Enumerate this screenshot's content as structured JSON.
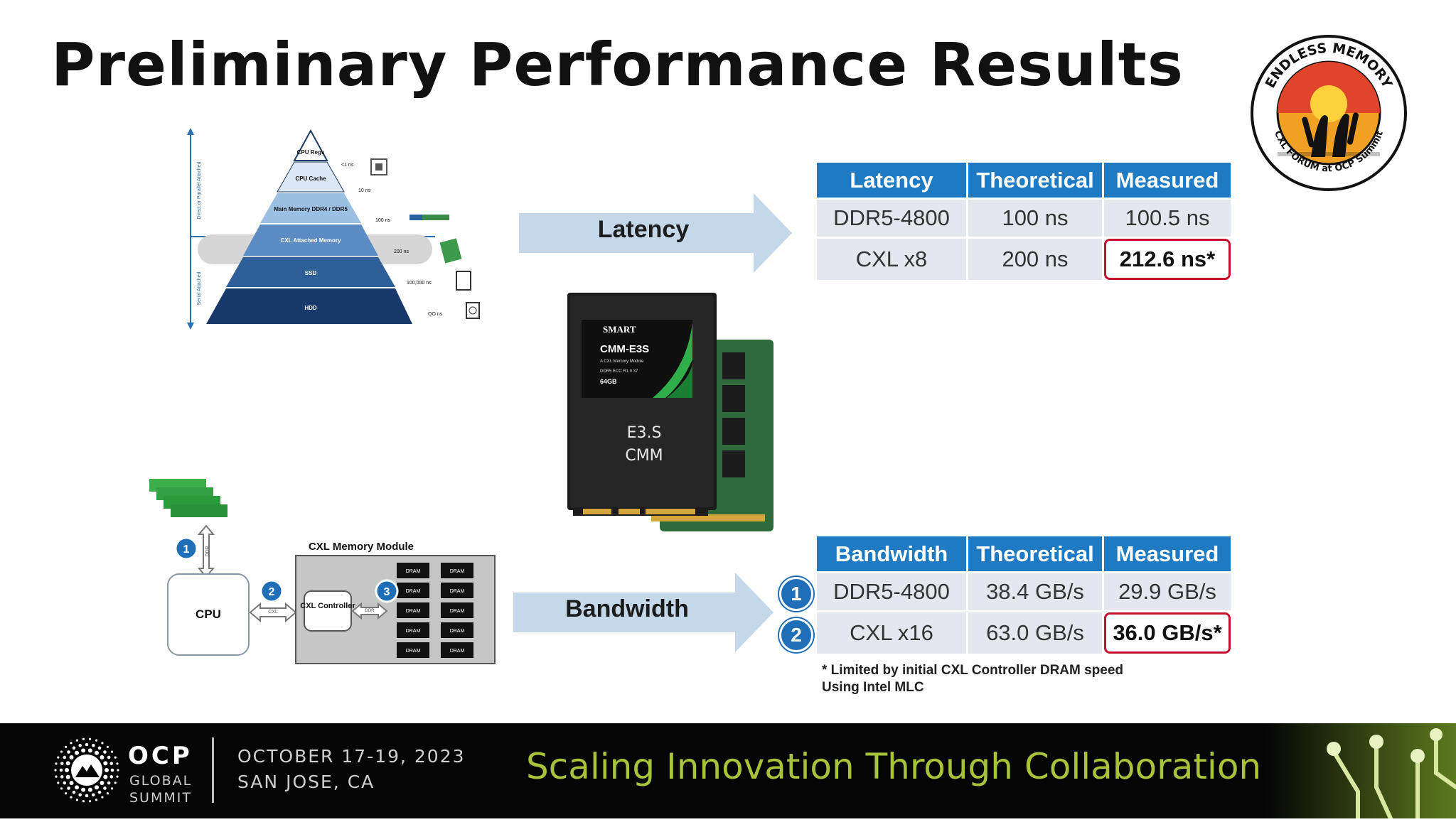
{
  "slide": {
    "title": "Preliminary Performance Results",
    "logo_text": "ENDLESS MEMORY · CXL FORUM at OCP Summit"
  },
  "pyramid": {
    "tiers": [
      {
        "label": "CPU Regs",
        "latency": "<1 ns"
      },
      {
        "label": "CPU Cache",
        "latency": "10 ns"
      },
      {
        "label": "Main Memory DDR4 / DDR5",
        "latency": "100 ns"
      },
      {
        "label": "CXL Attached Memory",
        "latency": "200 ns"
      },
      {
        "label": "SSD",
        "latency": "100,000 ns"
      },
      {
        "label": "HDD",
        "latency": "OO ns"
      }
    ],
    "axis_top": "Direct or Parallel Attached",
    "axis_bottom": "Serial Attached"
  },
  "arrows": {
    "latency": "Latency",
    "bandwidth": "Bandwidth"
  },
  "latency_table": {
    "headers": [
      "Latency",
      "Theoretical",
      "Measured"
    ],
    "rows": [
      {
        "name": "DDR5-4800",
        "theoretical": "100 ns",
        "measured": "100.5 ns"
      },
      {
        "name": "CXL x8",
        "theoretical": "200 ns",
        "measured": "212.6 ns*"
      }
    ]
  },
  "bandwidth_table": {
    "headers": [
      "Bandwidth",
      "Theoretical",
      "Measured"
    ],
    "rows": [
      {
        "badge": "1",
        "name": "DDR5-4800",
        "theoretical": "38.4 GB/s",
        "measured": "29.9 GB/s"
      },
      {
        "badge": "2",
        "name": "CXL x16",
        "theoretical": "63.0 GB/s",
        "measured": "36.0 GB/s*"
      }
    ]
  },
  "footnote": {
    "line1": "* Limited by initial CXL Controller DRAM speed",
    "line2": "Using Intel MLC"
  },
  "device": {
    "brand": "SMART",
    "model": "CMM-E3S",
    "subtitle": "A CXL Memory Module",
    "spec": "DDR5 ECC R1.0 37",
    "capacity": "64GB",
    "form1": "E3.S",
    "form2": "CMM"
  },
  "diagram": {
    "module_title": "CXL Memory Module",
    "cpu": "CPU",
    "controller": "CXL Controller",
    "link1": "DDR",
    "link2": "CXL",
    "link3": "DDR",
    "dram": "DRAM",
    "badges": [
      "1",
      "2",
      "3"
    ]
  },
  "footer": {
    "ocp": "OCP",
    "global": "GLOBAL",
    "summit": "SUMMIT",
    "date": "OCTOBER 17-19, 2023",
    "location": "SAN JOSE, CA",
    "tagline": "Scaling Innovation Through Collaboration"
  }
}
